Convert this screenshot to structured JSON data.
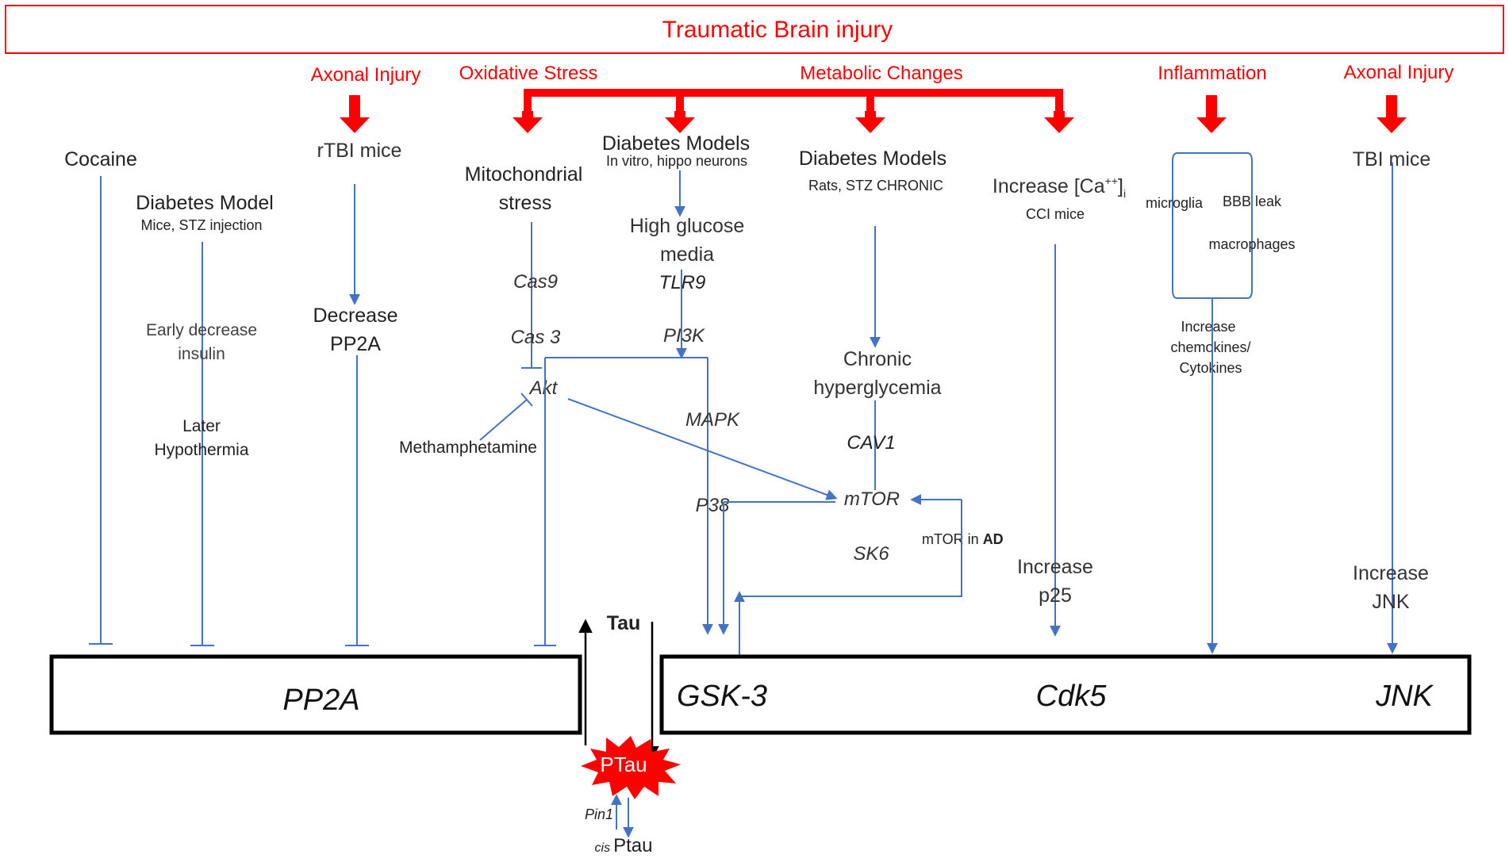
{
  "title": "Traumatic Brain injury",
  "categories": {
    "axonal_injury_1": "Axonal Injury",
    "oxidative_stress": "Oxidative Stress",
    "metabolic_changes": "Metabolic Changes",
    "inflammation": "Inflammation",
    "axonal_injury_2": "Axonal Injury"
  },
  "nodes": {
    "cocaine": "Cocaine",
    "diabetes_model": "Diabetes Model",
    "diabetes_model_sub": "Mice, STZ injection",
    "early_decrease_1": "Early decrease",
    "early_decrease_2": "insulin",
    "later_1": "Later",
    "later_2": "Hypothermia",
    "rtbi_mice": "rTBI mice",
    "decrease_1": "Decrease",
    "decrease_2": "PP2A",
    "mito_1": "Mitochondrial",
    "mito_2": "stress",
    "cas9": "Cas9",
    "cas3": "Cas 3",
    "akt": "Akt",
    "methamphetamine": "Methamphetamine",
    "diabetes_models_1": "Diabetes Models",
    "diabetes_models_1_sub": "In vitro, hippo  neurons",
    "high_glucose_1": "High glucose",
    "high_glucose_2": "media",
    "tlr9": "TLR9",
    "pi3k": "PI3K",
    "mapk": "MAPK",
    "p38": "P38",
    "diabetes_models_2": "Diabetes Models",
    "diabetes_models_2_sub": "Rats, STZ CHRONIC",
    "chronic_1": "Chronic",
    "chronic_2": "hyperglycemia",
    "cav1": "CAV1",
    "mtor": "mTOR",
    "sk6": "SK6",
    "mtor_ad_1": "mTOR in ",
    "mtor_ad_2": "AD",
    "increase_ca": "Increase [Ca",
    "ca_sup": "++",
    "ca_close": "]",
    "ca_sub": "i",
    "cci_mice": "CCI mice",
    "increase_p25_1": "Increase",
    "increase_p25_2": "p25",
    "microglia": "microglia",
    "bbb_leak": "BBB leak",
    "macrophages": "macrophages",
    "chemokines_1": "Increase",
    "chemokines_2": "chemokines/",
    "chemokines_3": "Cytokines",
    "tbi_mice": "TBI mice",
    "increase_jnk_1": "Increase",
    "increase_jnk_2": "JNK",
    "tau": "Tau",
    "ptau": "PTau",
    "pin1": "Pin1",
    "cis": "cis",
    "cis_ptau": "Ptau"
  },
  "boxes": {
    "pp2a": "PP2A",
    "gsk3": "GSK-3",
    "cdk5": "Cdk5",
    "jnk": "JNK"
  },
  "colors": {
    "red": "#ff0000",
    "blue": "#4472c4",
    "black": "#000000",
    "text": "#222222"
  }
}
